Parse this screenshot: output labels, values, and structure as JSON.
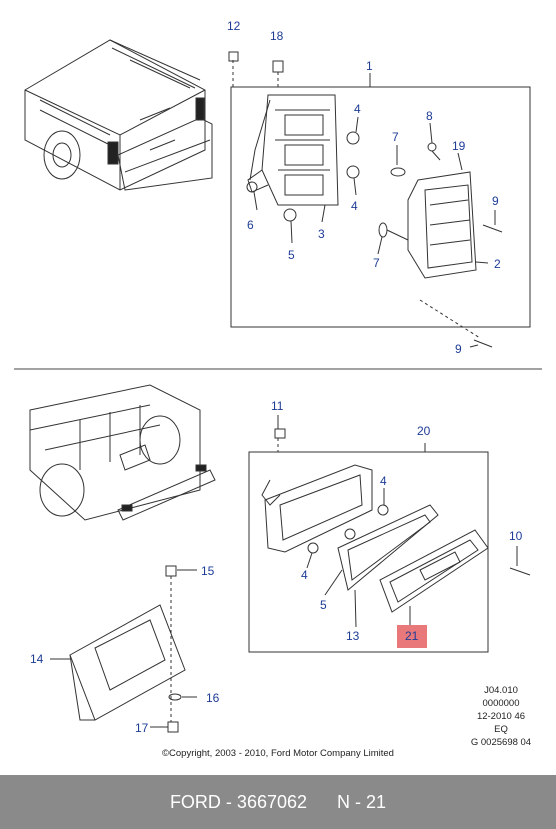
{
  "callouts": {
    "c12": "12",
    "c18": "18",
    "c1": "1",
    "c4a": "4",
    "c7a": "7",
    "c8": "8",
    "c19": "19",
    "c4b": "4",
    "c9a": "9",
    "c6": "6",
    "c3": "3",
    "c5a": "5",
    "c7b": "7",
    "c2": "2",
    "c9b": "9",
    "c11": "11",
    "c20": "20",
    "c4c": "4",
    "c10": "10",
    "c4d": "4",
    "c5b": "5",
    "c13": "13",
    "c21": "21",
    "c15": "15",
    "c14": "14",
    "c16": "16",
    "c17": "17"
  },
  "highlight_color": "#e8787a",
  "diagram_codes": [
    "J04.010",
    "0000000",
    "12-2010 46",
    "EQ",
    "G 0025698 04"
  ],
  "copyright": "©Copyright, 2003 - 2010, Ford Motor Company Limited",
  "footer": {
    "part_number": "FORD - 3667062",
    "ref": "N - 21"
  }
}
